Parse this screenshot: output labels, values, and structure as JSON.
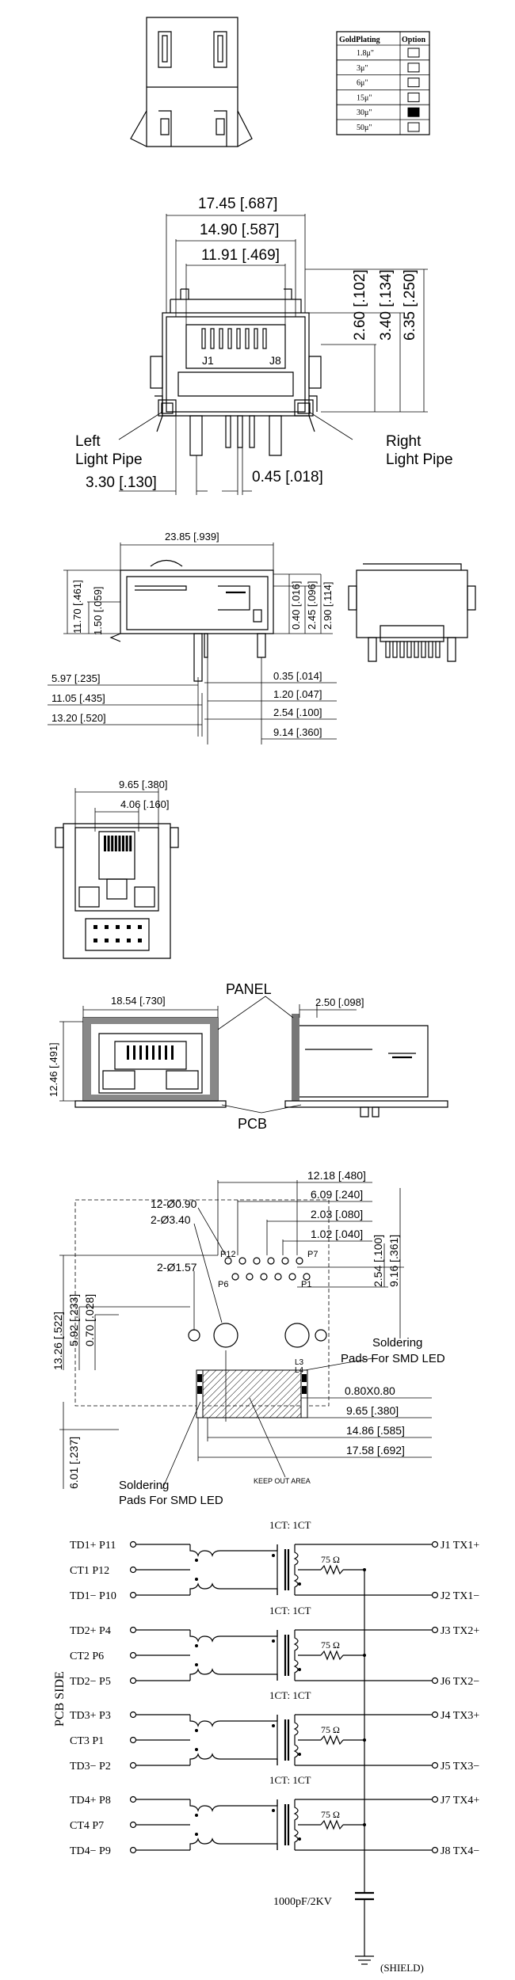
{
  "plating_table": {
    "headers": [
      "GoldPlating",
      "Option"
    ],
    "rows": [
      {
        "value": "1.8μ\"",
        "checked": false
      },
      {
        "value": "3μ\"",
        "checked": false
      },
      {
        "value": "6μ\"",
        "checked": false
      },
      {
        "value": "15μ\"",
        "checked": false
      },
      {
        "value": "30μ\"",
        "checked": true
      },
      {
        "value": "50μ\"",
        "checked": false
      }
    ]
  },
  "front_view": {
    "dim_width": "17.45 [.687]",
    "dim_inner": "14.90 [.587]",
    "dim_port": "11.91 [.469]",
    "dim_h1": "2.60 [.102]",
    "dim_h2": "3.40 [.134]",
    "dim_h3": "6.35 [.250]",
    "pin_left": "J1",
    "pin_right": "J8",
    "left_pipe": "Left\nLight Pipe",
    "right_pipe": "Right\nLight Pipe",
    "dim_bottom_left": "3.30 [.130]",
    "dim_bottom_right": "0.45 [.018]"
  },
  "side_view": {
    "dim_top": "23.85 [.939]",
    "dim_h": "11.70 [.461]",
    "dim_h2": "1.50 [.059]",
    "dim_v1": "0.40 [.016]",
    "dim_v2": "2.45 [.096]",
    "dim_v3": "2.90 [.114]",
    "dims_left": [
      "5.97 [.235]",
      "11.05 [.435]",
      "13.20 [.520]"
    ],
    "dims_right": [
      "0.35 [.014]",
      "1.20 [.047]",
      "2.54 [.100]",
      "9.14 [.360]"
    ]
  },
  "top_view": {
    "dim1": "9.65 [.380]",
    "dim2": "4.06 [.160]"
  },
  "panel_view": {
    "panel_label": "PANEL",
    "pcb_label": "PCB",
    "dim_w": "18.54 [.730]",
    "dim_h": "12.46 [.491]",
    "dim_r": "2.50 [.098]"
  },
  "footprint": {
    "dims_top": [
      "12.18 [.480]",
      "6.09 [.240]",
      "2.03 [.080]",
      "1.02 [.040]"
    ],
    "dims_right": [
      "2.54 [.100]",
      "9.16 [.361]"
    ],
    "hole1": "12-Ø0.90",
    "hole2": "2-Ø3.40",
    "hole3": "2-Ø1.57",
    "pins": [
      "P12",
      "P7",
      "P6",
      "P1",
      "L3",
      "L4"
    ],
    "dims_left": [
      "13.26 [.522]",
      "5.92 [.233]",
      "0.70 [.028]",
      "6.01 [.237]"
    ],
    "solder_right": "Soldering\nPads For SMD LED",
    "solder_left": "Soldering\nPads For SMD LED",
    "dims_bottom": [
      "0.80X0.80",
      "9.65 [.380]",
      "14.86 [.585]",
      "17.58 [.692]"
    ],
    "keep_out": "KEEP OUT AREA"
  },
  "schematic": {
    "pcb_side": "PCB SIDE",
    "ratio": "1CT: 1CT",
    "resistor": "75 Ω",
    "channels": [
      {
        "top": "TD1+ P11",
        "ct": "CT1  P12",
        "bot": "TD1− P10",
        "out_top": "J1 TX1+",
        "out_bot": "J2 TX1−"
      },
      {
        "top": "TD2+ P4",
        "ct": "CT2  P6",
        "bot": "TD2− P5",
        "out_top": "J3 TX2+",
        "out_bot": "J6 TX2−"
      },
      {
        "top": "TD3+ P3",
        "ct": "CT3  P1",
        "bot": "TD3− P2",
        "out_top": "J4 TX3+",
        "out_bot": "J5 TX3−"
      },
      {
        "top": "TD4+ P8",
        "ct": "CT4  P7",
        "bot": "TD4− P9",
        "out_top": "J7 TX4+",
        "out_bot": "J8 TX4−"
      }
    ],
    "capacitor": "1000pF/2KV",
    "shield": "(SHIELD)"
  }
}
